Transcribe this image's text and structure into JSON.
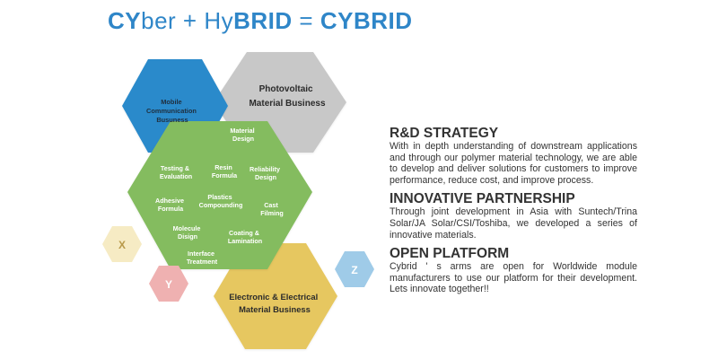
{
  "title": {
    "part1": "CY",
    "part2": "ber + Hy",
    "part3": "BRID",
    "part4": " = ",
    "part5": "CYBRID"
  },
  "colors": {
    "blue": "#2a8acb",
    "gray": "#c8c8c8",
    "green": "#84bc5e",
    "gold": "#e6c761",
    "x_badge": "#f6ebc4",
    "y_badge": "#efb1b1",
    "z_badge": "#9fcbe8"
  },
  "hexagons": {
    "mobile": [
      "Mobile",
      "Communication",
      "Busuness"
    ],
    "photovoltaic": [
      "Photovoltaic",
      "Material Business"
    ],
    "electronic": [
      "Electronic & Electrical",
      "Material Business"
    ]
  },
  "green_items": {
    "material_design": [
      "Material",
      "Design"
    ],
    "testing": [
      "Testing &",
      "Evaluation"
    ],
    "resin": [
      "Resin",
      "Formula"
    ],
    "reliability": [
      "Reliability",
      "Design"
    ],
    "adhesive": [
      "Adhesive",
      "Formula"
    ],
    "plastics": [
      "Plastics",
      "Compounding"
    ],
    "cast": [
      "Cast",
      "Filming"
    ],
    "molecule": [
      "Molecule",
      "Disign"
    ],
    "coating": [
      "Coating &",
      "Lamination"
    ],
    "interface": [
      "Interface",
      "Treatment"
    ]
  },
  "badges": {
    "x": "X",
    "y": "Y",
    "z": "Z"
  },
  "sections": [
    {
      "heading": "R&D STRATEGY",
      "body": "With in depth understanding of downstream applications and through our polymer material technology, we are able to develop and deliver solutions for customers to improve performance, reduce cost, and improve process."
    },
    {
      "heading": "INNOVATIVE PARTNERSHIP",
      "body": "Through joint development in Asia with Suntech/Trina Solar/JA Solar/CSI/Toshiba, we developed a series of innovative materials."
    },
    {
      "heading": "OPEN PLATFORM",
      "body": "Cybrid ' s arms are open for Worldwide module manufacturers to use our platform for their development. Lets innovate together!!"
    }
  ]
}
